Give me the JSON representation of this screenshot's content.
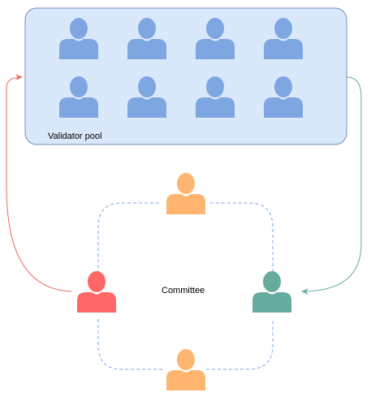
{
  "pool": {
    "label": "Validator pool",
    "fill": "#dae8fc",
    "stroke": "#6c8ebf",
    "icon": "person-icon",
    "icon_color": "#7ea6e0",
    "member_count": 8
  },
  "committee": {
    "label": "Committee",
    "ring_color": "#7ea6e0",
    "members": [
      {
        "role": "top",
        "icon": "person-icon",
        "color": "#ffb570"
      },
      {
        "role": "left",
        "icon": "person-icon",
        "color": "#ff6666"
      },
      {
        "role": "right",
        "icon": "person-icon",
        "color": "#67ab9f"
      },
      {
        "role": "bottom",
        "icon": "person-icon",
        "color": "#ffb570"
      }
    ]
  },
  "arrows": [
    {
      "from": "pool",
      "to": "committee-right",
      "color": "#67ab9f"
    },
    {
      "from": "committee-left",
      "to": "pool",
      "color": "#ea6b66"
    }
  ]
}
